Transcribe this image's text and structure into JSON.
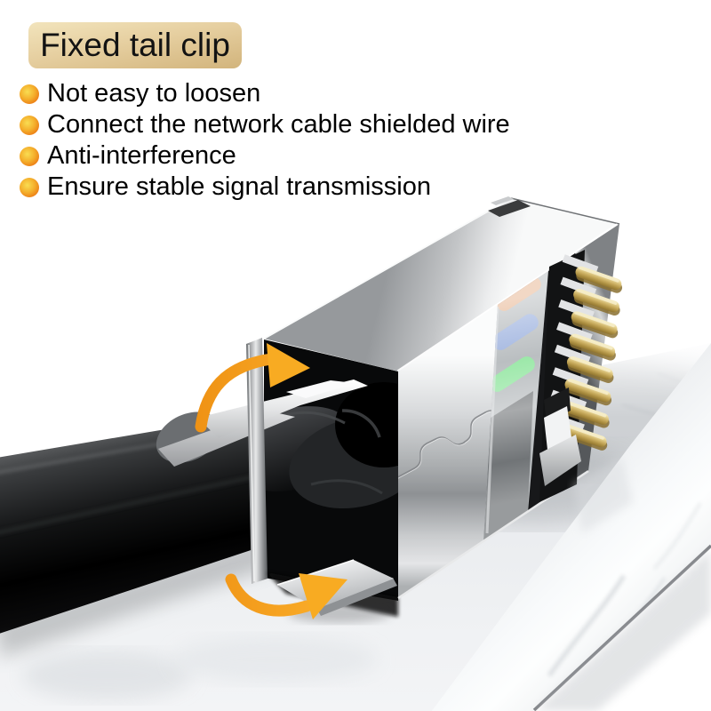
{
  "badge": {
    "label": "Fixed tail clip"
  },
  "features": {
    "items": [
      "Not easy to loosen",
      "Connect the network cable shielded wire",
      "Anti-interference",
      "Ensure stable signal transmission"
    ]
  },
  "illustration": {
    "alt": "Shielded RJ45 network connector with fixed metal tail clip pressed over a black cable, gold contact pins exposed, resting on a white marble surface, with two curved amber arrows pointing at the upper and lower tail clips"
  },
  "icons": {
    "bullet": "bullet-dot-icon",
    "upper_arrow": "curved-arrow-upper-icon",
    "lower_arrow": "curved-arrow-lower-icon"
  },
  "colors": {
    "badge_gold_light": "#F2E4BC",
    "badge_gold_dark": "#D2B47C",
    "bullet_core": "#F9DD52",
    "bullet_rim": "#E66F10",
    "arrow_amber": "#F6A41C",
    "pin_gold": "#D8C178",
    "wire_orange": "#E2A87E",
    "wire_blue": "#93AADB",
    "wire_green": "#8BE49A",
    "cable_black": "#0A0A0B",
    "marble_white": "#F3F4F6"
  }
}
